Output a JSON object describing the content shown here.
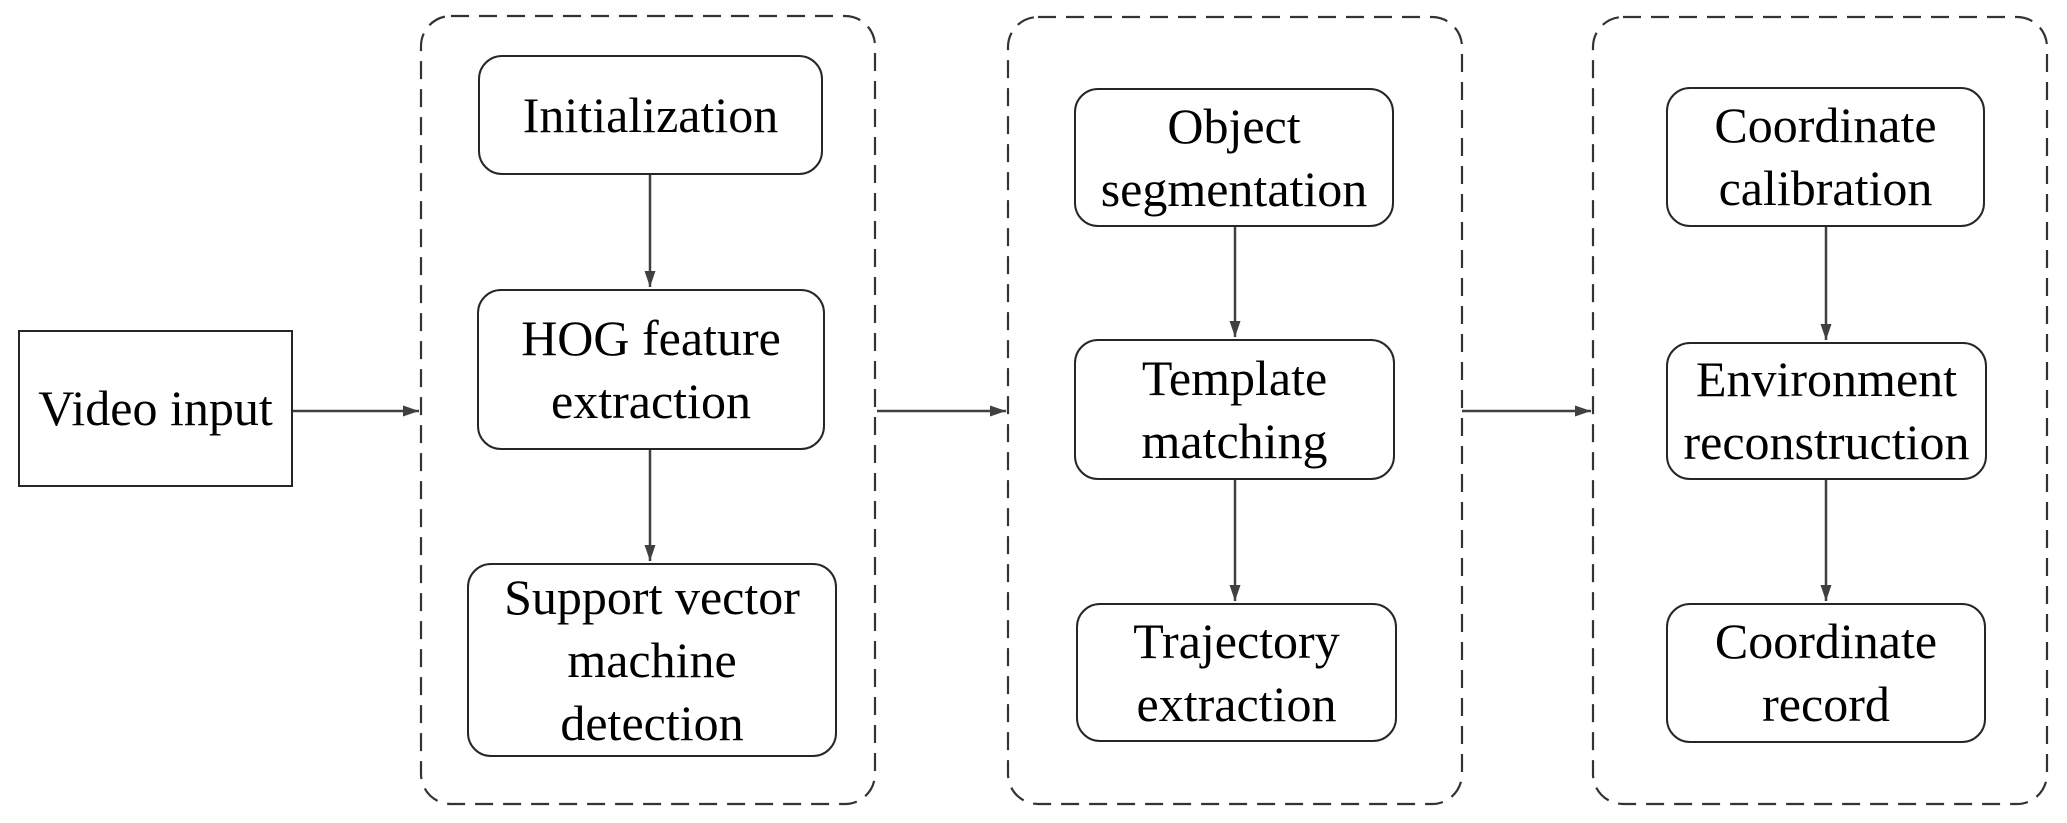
{
  "diagram": {
    "type": "flowchart",
    "input": {
      "label": "Video input"
    },
    "groups": [
      {
        "name": "detection-stage",
        "boxes": [
          {
            "label": "Initialization"
          },
          {
            "label": "HOG feature extraction"
          },
          {
            "label": "Support vector machine detection"
          }
        ]
      },
      {
        "name": "tracking-stage",
        "boxes": [
          {
            "label": "Object segmentation"
          },
          {
            "label": "Template matching"
          },
          {
            "label": "Trajectory extraction"
          }
        ]
      },
      {
        "name": "reconstruction-stage",
        "boxes": [
          {
            "label": "Coordinate calibration"
          },
          {
            "label": "Environment reconstruction"
          },
          {
            "label": "Coordinate record"
          }
        ]
      }
    ],
    "edges": [
      {
        "from": "Video input",
        "to": "detection-stage group"
      },
      {
        "from": "Initialization",
        "to": "HOG feature extraction"
      },
      {
        "from": "HOG feature extraction",
        "to": "Support vector machine detection"
      },
      {
        "from": "detection-stage group",
        "to": "tracking-stage group"
      },
      {
        "from": "Object segmentation",
        "to": "Template matching"
      },
      {
        "from": "Template matching",
        "to": "Trajectory extraction"
      },
      {
        "from": "tracking-stage group",
        "to": "reconstruction-stage group"
      },
      {
        "from": "Coordinate calibration",
        "to": "Environment reconstruction"
      },
      {
        "from": "Environment reconstruction",
        "to": "Coordinate record"
      }
    ],
    "colors": {
      "background": "#ffffff",
      "text": "#000000",
      "node_border": "#262626",
      "group_border": "#333333",
      "arrow": "#404040"
    }
  }
}
